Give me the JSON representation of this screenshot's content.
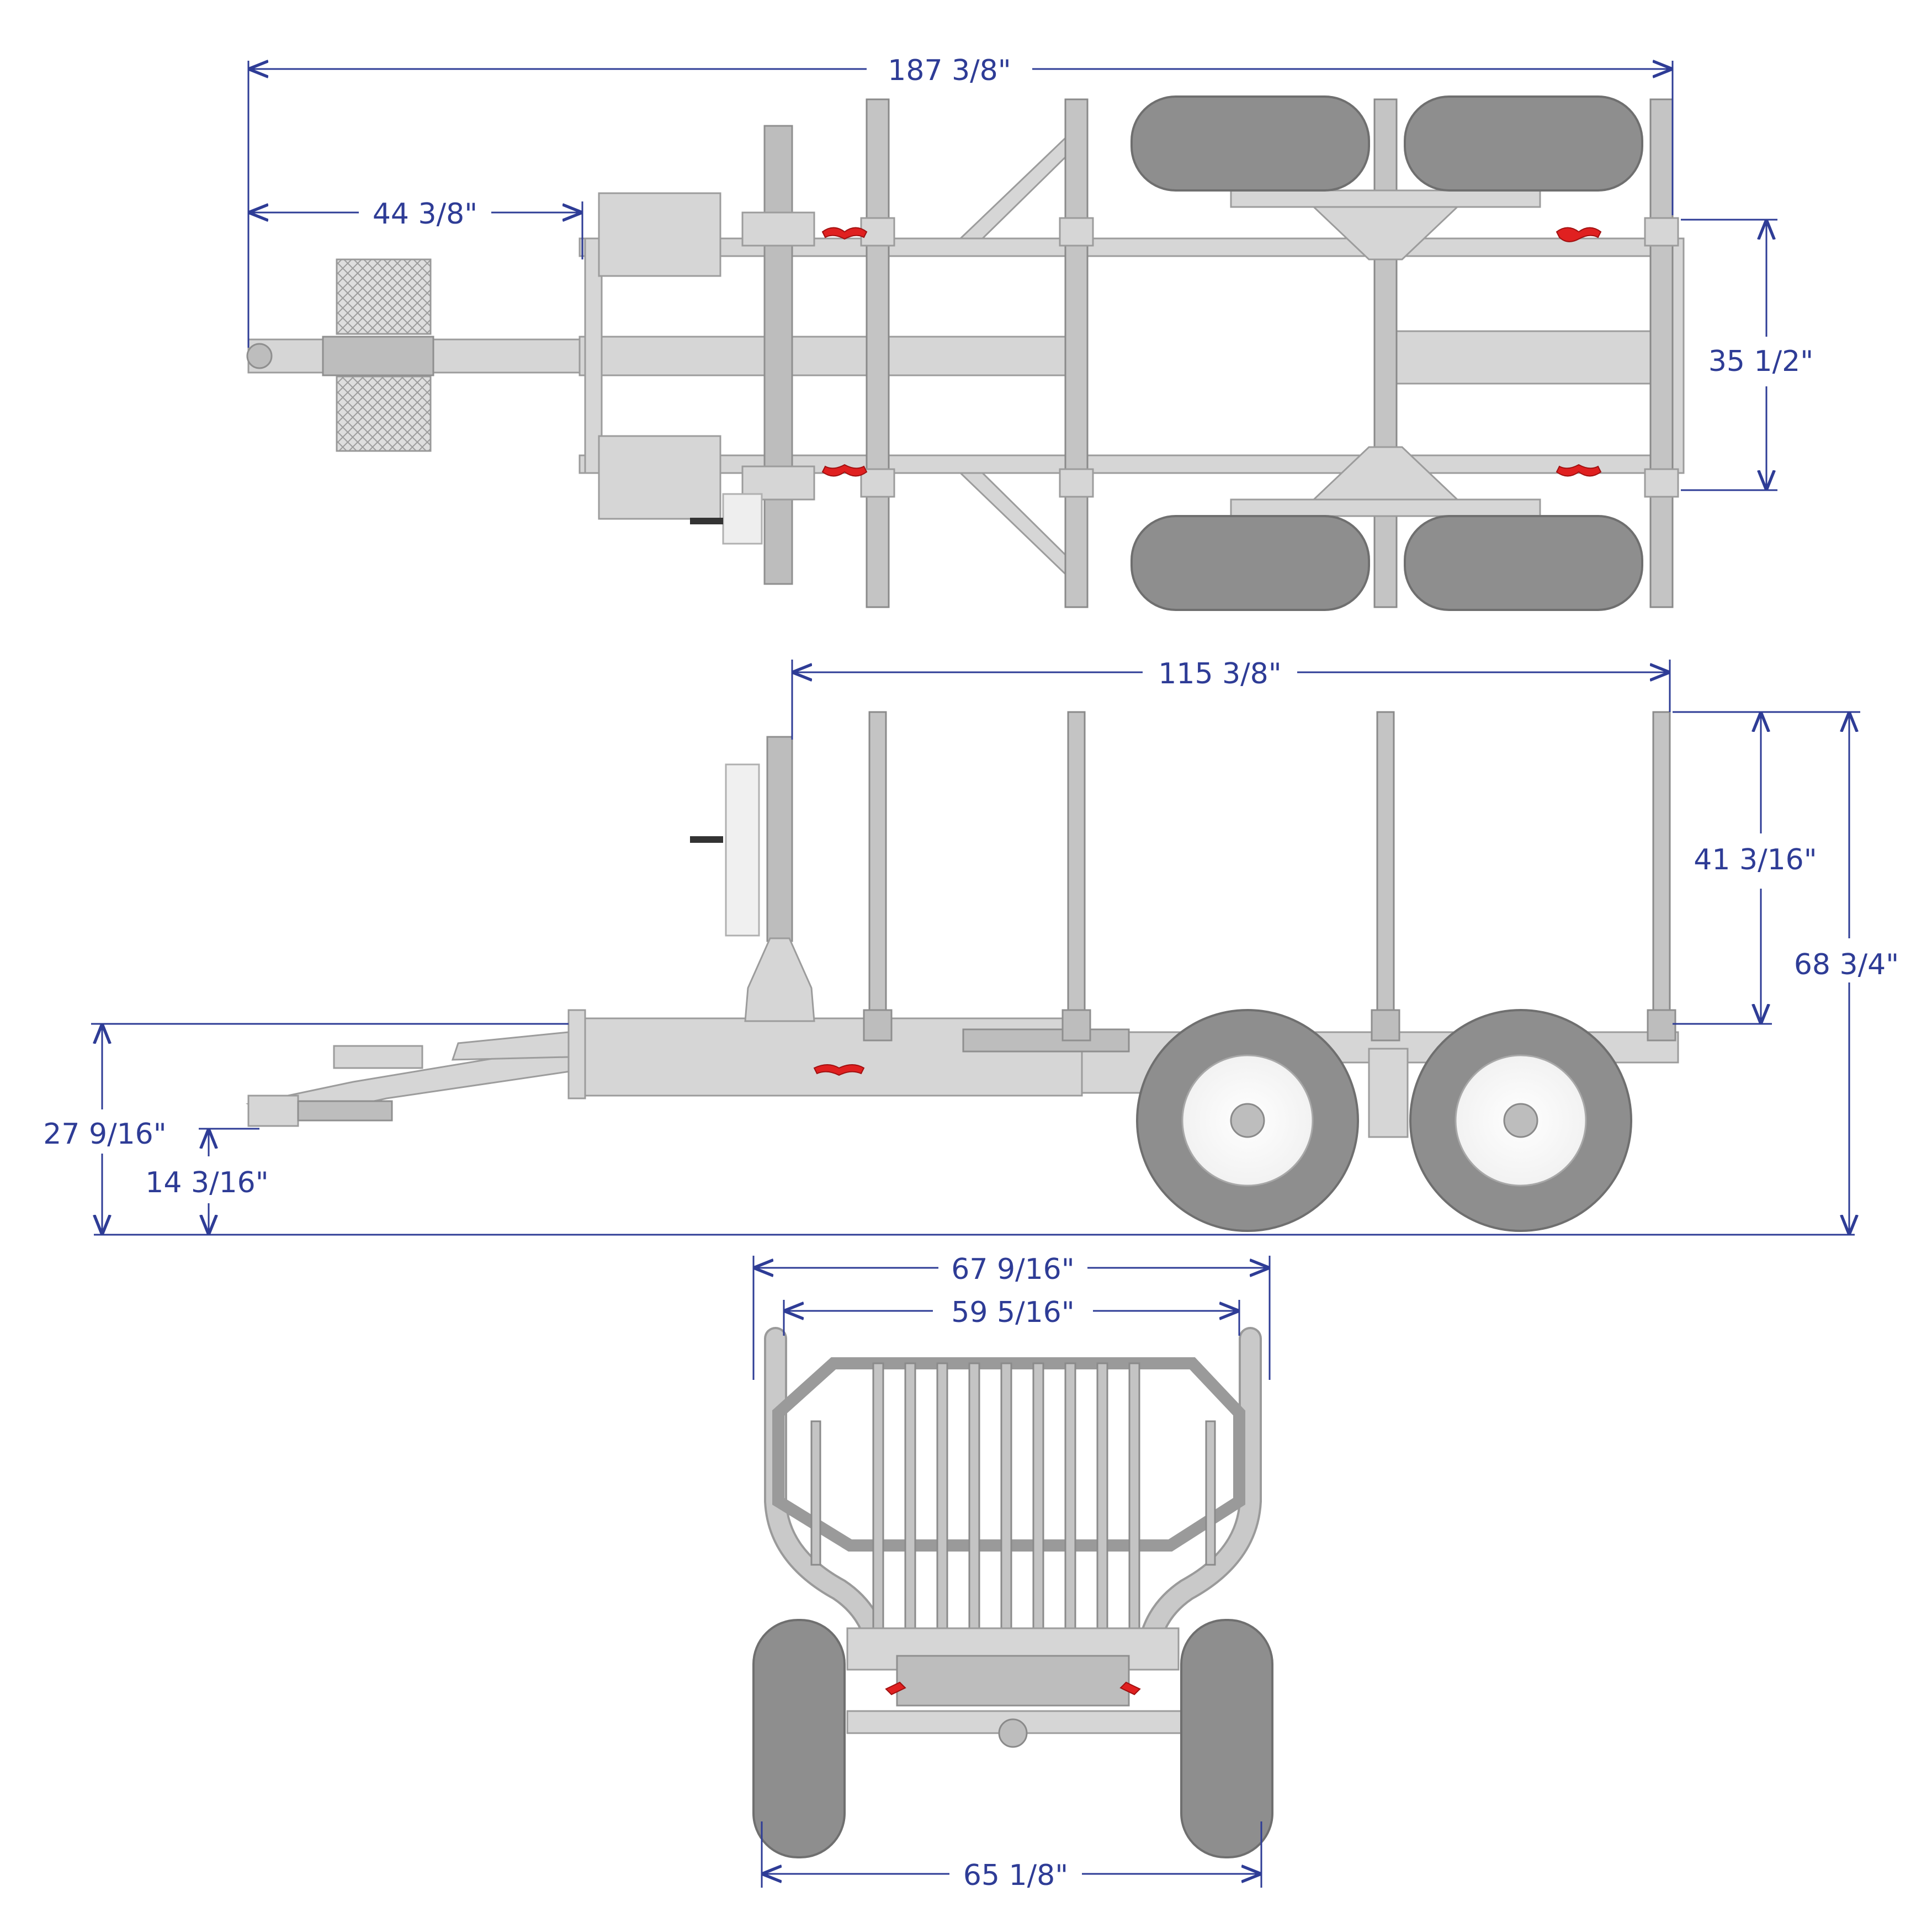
{
  "dimensions": {
    "overall_length": "187 3/8\"",
    "tongue_length": "44 3/8\"",
    "frame_width": "35 1/2\"",
    "bunk_length": "115 3/8\"",
    "stake_height": "41 3/16\"",
    "overall_height": "68 3/4\"",
    "deck_height": "27 9/16\"",
    "hitch_height": "14 3/16\"",
    "overall_width": "67 9/16\"",
    "stake_spread": "59 5/16\"",
    "track_width": "65 1/8\""
  },
  "colors": {
    "dimension": "#2e3c96",
    "frame": "#bdbdbd",
    "tire": "#8e8e8e",
    "accent": "#e02020"
  }
}
